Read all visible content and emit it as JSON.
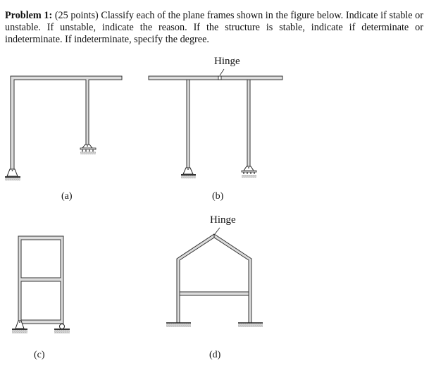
{
  "problem": {
    "heading": "Problem 1:",
    "text": " (25 points) Classify each of the plane frames shown in the figure below. Indicate if stable or unstable. If unstable, indicate the reason. If the structure is stable, indicate if determinate or indeterminate. If indeterminate, specify the degree."
  },
  "figures": [
    {
      "id": "a",
      "label": "(a)",
      "supports": [
        "pin",
        "roller"
      ],
      "annotation": ""
    },
    {
      "id": "b",
      "label": "(b)",
      "supports": [
        "pin",
        "roller"
      ],
      "annotation": "Hinge"
    },
    {
      "id": "c",
      "label": "(c)",
      "supports": [
        "pin",
        "roller"
      ],
      "annotation": ""
    },
    {
      "id": "d",
      "label": "(d)",
      "supports": [
        "fixed",
        "fixed"
      ],
      "annotation": "Hinge"
    }
  ],
  "colors": {
    "member_fill": "#d9d9d9",
    "member_stroke": "#333333",
    "ground": "#c8c8c8",
    "text": "#111111"
  }
}
